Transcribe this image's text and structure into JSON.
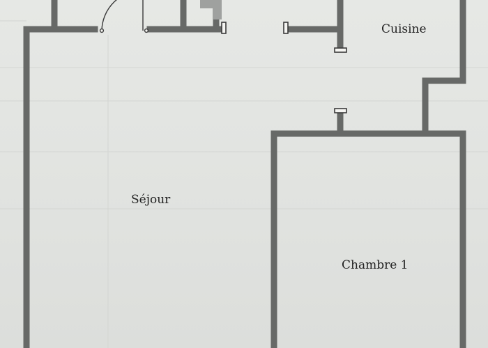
{
  "rooms": {
    "kitchen": "Cuisine",
    "living": "Séjour",
    "bedroom": "Chambre 1"
  },
  "colors": {
    "wall": "#676967",
    "paper": "#e4e6e3",
    "faint_line": "#d3d5d2",
    "text": "#222222"
  }
}
